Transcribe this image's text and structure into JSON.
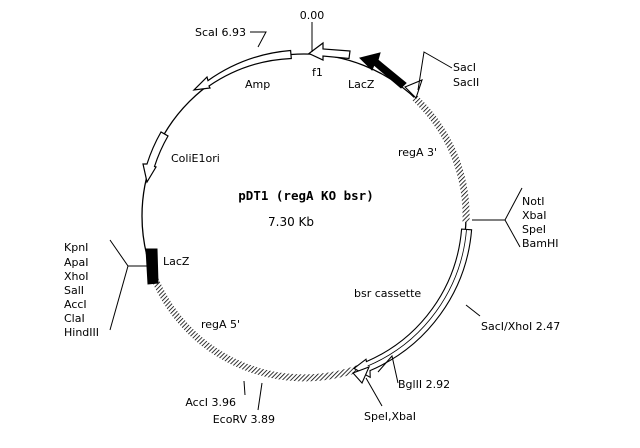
{
  "plasmid": {
    "name": "pDT1 (regA KO bsr)",
    "size": "7.30 Kb"
  },
  "origin_label": "0.00",
  "features": {
    "amp": "Amp",
    "f1": "f1",
    "lacz_top": "LacZ",
    "lacz_left": "LacZ",
    "colie1": "ColiE1ori",
    "rega3": "regA 3'",
    "rega5": "regA 5'",
    "bsr": "bsr cassette"
  },
  "sites": {
    "scai": "ScaI 6.93",
    "sacI_sacII": [
      "SacI",
      "SacII"
    ],
    "mcs_right": [
      "NotI",
      "XbaI",
      "SpeI",
      "BamHI"
    ],
    "mcs_left": [
      "KpnI",
      "ApaI",
      "XhoI",
      "SalI",
      "AccI",
      "ClaI",
      "HindIII"
    ],
    "saci_xhoi": "SacI/XhoI 2.47",
    "bglii": "BglII 2.92",
    "spei_xbai": "SpeI,XbaI",
    "acci": "AccI 3.96",
    "ecorv": "EcoRV 3.89"
  }
}
